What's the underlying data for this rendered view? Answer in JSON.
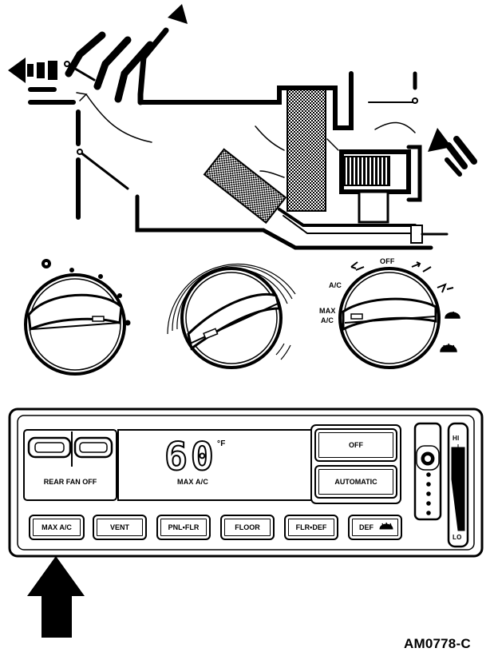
{
  "figure_id": "AM0778-C",
  "rotary_panel": {
    "mode_labels": {
      "off": "OFF",
      "ac": "A/C",
      "max_ac_line1": "MAX",
      "max_ac_line2": "A/C"
    }
  },
  "electronic_panel": {
    "display": {
      "temperature": "60",
      "unit": "°F",
      "mode": "MAX A/C"
    },
    "buttons": {
      "rear_fan_off": "REAR FAN OFF",
      "off": "OFF",
      "automatic": "AUTOMATIC",
      "max_ac": "MAX A/C",
      "vent": "VENT",
      "panel_floor": "PNL•FLR",
      "floor": "FLOOR",
      "floor_defrost": "FLR•DEF",
      "defrost": "DEF"
    },
    "fan_slider": {
      "hi_label": "HI",
      "lo_label": "LO"
    }
  }
}
